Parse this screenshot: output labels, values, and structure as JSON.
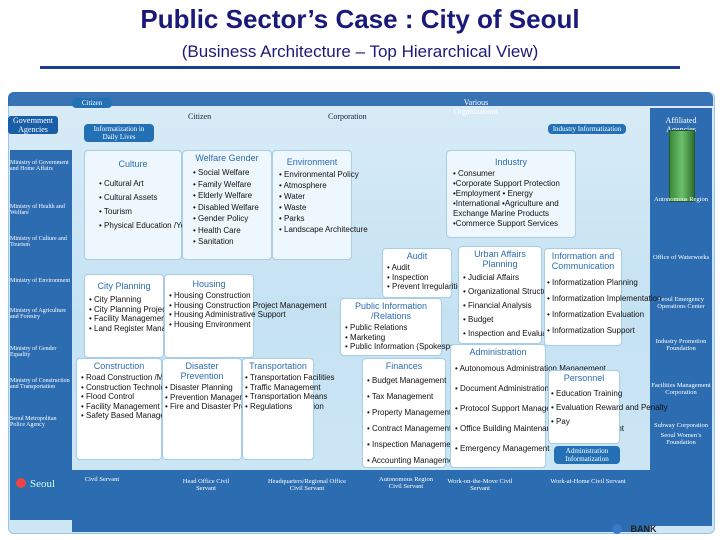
{
  "title": "Public Sector’s Case : City of Seoul",
  "subtitle": "(Business Architecture – Top Hierarchical View)",
  "top": {
    "citizen_left": "Citizen",
    "citizen_mid": "Citizen",
    "corporation": "Corporation",
    "various_orgs": "Various Organizations",
    "government_agencies": "Government Agencies",
    "affiliated_agencies": "Affiliated Agencies",
    "informatization": "Informatization in Daily Lives",
    "industry_informatization": "Industry Informatization"
  },
  "left_agencies": [
    "Ministry of Government and Home Affairs",
    "Ministry of Health and Welfare",
    "Ministry of Culture and Tourism",
    "Ministry of Environment",
    "Ministry of Agriculture and Forestry",
    "Ministry of Gender Equality",
    "Ministry of Construction and Transportation",
    "Seoul Metropolitan Police Agency"
  ],
  "seoul_logo": "Seoul",
  "right_agencies": [
    "Autonomous Region",
    "Office of Waterworks",
    "Seoul Emergency Operations Center",
    "Industry Promotion Foundation",
    "Facilities Management Corporation",
    "Subway Corporation",
    "Seoul Women’s Foundation"
  ],
  "culture": {
    "header": "Culture",
    "items": [
      "Cultural Art",
      "Cultural Assets",
      "Tourism",
      "Physical Education /Youth"
    ]
  },
  "welfare": {
    "header": "Welfare Gender",
    "items": [
      "Social Welfare",
      "Family Welfare",
      "Elderly Welfare",
      "Disabled Welfare",
      "Gender Policy",
      "Health Care",
      "Sanitation"
    ]
  },
  "environment": {
    "header": "Environment",
    "items": [
      "Environmental Policy",
      "Atmosphere",
      "Water",
      "Waste",
      "Parks",
      "Landscape Architecture"
    ]
  },
  "industry": {
    "header": "Industry",
    "lines": [
      "• Consumer",
      "•Corporate Support Protection",
      "•Employment  • Energy",
      "•International  •Agriculture and",
      "Exchange      Marine Products",
      "•Commerce Support Services"
    ]
  },
  "city_planning": {
    "header": "City Planning",
    "items": [
      "City Planning",
      "City Planning Project",
      "Facility Management",
      "Land Register Management"
    ]
  },
  "housing": {
    "header": "Housing",
    "items": [
      "Housing Construction",
      "Housing Construction Project Management",
      "Housing Administrative Support",
      "Housing Environment"
    ]
  },
  "construction": {
    "header": "Construction",
    "items": [
      "Road Construction /Management",
      "Construction Technology Management",
      "Flood Control",
      "Facility Management",
      "Safety Based Management"
    ]
  },
  "disaster": {
    "header": "Disaster Prevention",
    "items": [
      "Disaster Planning",
      "Prevention Management",
      "Fire and Disaster Prevention Administration"
    ]
  },
  "transportation": {
    "header": "Transportation",
    "items": [
      "Transportation Facilities",
      "Traffic Management",
      "Transportation Means",
      "Regulations"
    ]
  },
  "audit": {
    "header": "Audit",
    "items": [
      "Audit",
      "Inspection",
      "Prevent Irregularities"
    ]
  },
  "public_info": {
    "header": "Public Information /Relations",
    "items": [
      "Public Relations",
      "Marketing",
      "Public Information (Spokesperson)"
    ]
  },
  "finances": {
    "header": "Finances",
    "items": [
      "Budget Management",
      "Tax Management",
      "Property Management",
      "Contract Management",
      "Inspection Management",
      "Accounting Management"
    ]
  },
  "urban_affairs": {
    "header": "Urban Affairs Planning",
    "items": [
      "Judicial Affairs",
      "Organizational Structure",
      "Financial Analysis",
      "Budget",
      "Inspection and Evaluation"
    ]
  },
  "administration": {
    "header": "Administration",
    "items": [
      "Autonomous Administration Management",
      "Document Administration",
      "Protocol Support Management",
      "Office Building Maintenance and Management",
      "Emergency Management"
    ]
  },
  "information": {
    "header": "Information and Communication",
    "items": [
      "Informatization Planning",
      "Informatization Implementation",
      "Informatization Evaluation",
      "Informatization Support"
    ]
  },
  "personnel": {
    "header": "Personnel",
    "items": [
      "Education Training",
      "Evaluation Reward and Penalty",
      "Pay"
    ]
  },
  "admin_informatization": "Administration Informatization",
  "bottom": [
    "Civil Servant",
    "Head Office Civil Servant",
    "Headquarters/Regional Office Civil Servant",
    "Autonomous Region Civil Servant",
    "Work-on-the-Move Civil Servant",
    "Work-at-Home Civil Servant"
  ],
  "bank_logo": "BANK"
}
